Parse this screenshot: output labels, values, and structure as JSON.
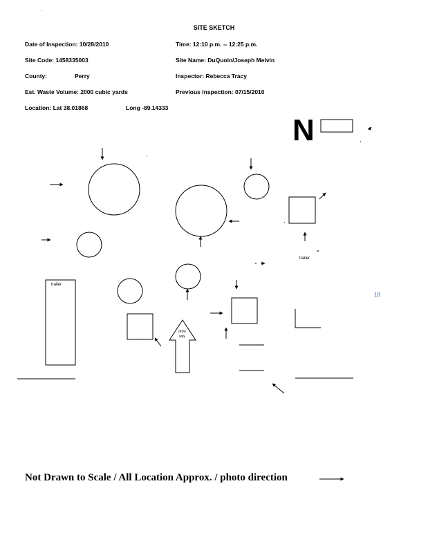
{
  "header": {
    "title": "SITE SKETCH",
    "date_of_inspection": "Date of Inspection:  10/28/2010",
    "time": "Time:  12:10 p.m.  --  12:25 p.m.",
    "site_code": "Site Code:  1458335003",
    "site_name": "Site Name:  DuQuoin/Joseph Melvin",
    "county_label": "County:",
    "county_value": "Perry",
    "inspector": "Inspector:  Rebecca Tracy",
    "waste_volume": "Est. Waste Volume:  2000 cubic yards",
    "previous_inspection": "Previous Inspection:  07/15/2010",
    "location": "Location:  Lat 38.01868",
    "longitude": "Long -89.14333"
  },
  "sketch": {
    "north_letter": "N",
    "trailer_left_label": "trailer",
    "trailer_right_label": "trailer",
    "drive_label_1": "drive",
    "drive_label_2": "way",
    "photo_number": "18"
  },
  "footer": {
    "text": "Not Drawn to Scale / All Location Approx. / photo direction"
  }
}
